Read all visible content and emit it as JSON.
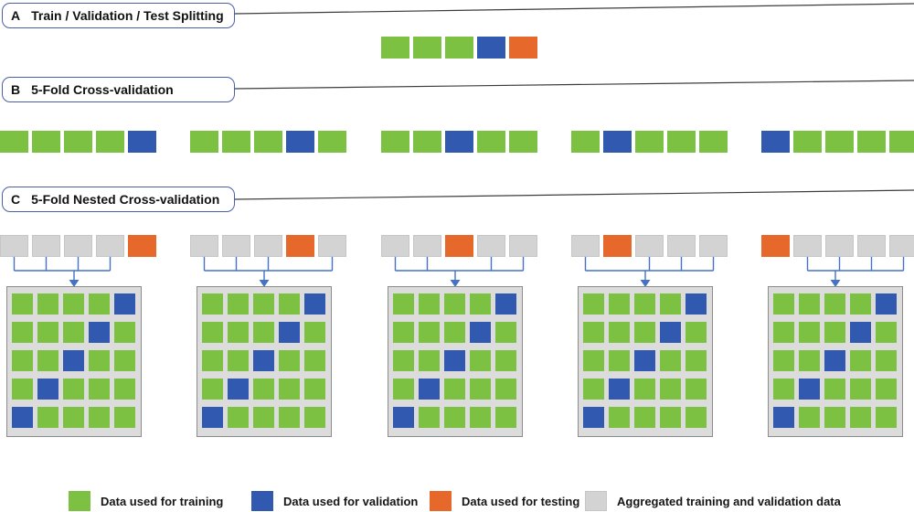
{
  "colors": {
    "green": "#7CC142",
    "blue": "#3159AF",
    "orange": "#E6682B",
    "gray": "#D3D3D3",
    "grid_bg": "#DCDCDC",
    "grid_border": "#8C8C8C",
    "bracket_blue": "#4472C4",
    "box_border": "#4A5FA8",
    "connector_line": "#3D3D3D"
  },
  "panels": {
    "a": {
      "letter": "A",
      "title": "Train / Validation / Test Splitting",
      "row": "GGGBO"
    },
    "b": {
      "letter": "B",
      "title": "5-Fold Cross-validation",
      "folds": [
        "GGGGB",
        "GGGBG",
        "GGBGG",
        "GBGGG",
        "BGGGG"
      ]
    },
    "c": {
      "letter": "C",
      "title": "5-Fold Nested Cross-validation",
      "folds": [
        {
          "outer": "XXXXO",
          "grid": [
            "GGGGB",
            "GGGBG",
            "GGBGG",
            "GBGGG",
            "BGGGG"
          ]
        },
        {
          "outer": "XXXOX",
          "grid": [
            "GGGGB",
            "GGGBG",
            "GGBGG",
            "GBGGG",
            "BGGGG"
          ]
        },
        {
          "outer": "XXOXX",
          "grid": [
            "GGGGB",
            "GGGBG",
            "GGBGG",
            "GBGGG",
            "BGGGG"
          ]
        },
        {
          "outer": "XOXXX",
          "grid": [
            "GGGGB",
            "GGGBG",
            "GGBGG",
            "GBGGG",
            "BGGGG"
          ]
        },
        {
          "outer": "OXXXX",
          "grid": [
            "GGGGB",
            "GGGBG",
            "GGBGG",
            "GBGGG",
            "BGGGG"
          ]
        }
      ]
    }
  },
  "legend": {
    "items": [
      {
        "key": "G",
        "label": "Data used for training"
      },
      {
        "key": "B",
        "label": "Data used for validation"
      },
      {
        "key": "O",
        "label": "Data used for testing"
      },
      {
        "key": "X",
        "label": "Aggregated training and validation data"
      }
    ]
  }
}
